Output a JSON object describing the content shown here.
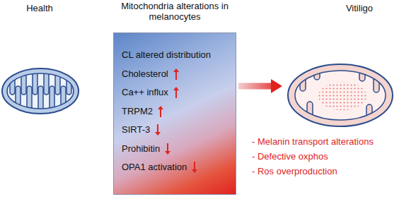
{
  "diagram": {
    "nodes": [
      {
        "text": [
          "Health"
        ]
      },
      {
        "text": [
          "Mitochondria alterations in melanocytes",
          "CL altered distribution",
          "Cholesterol",
          "Ca++ influx",
          "TRPM2",
          "SIRT-3",
          "Prohibitin",
          "OPA1 activation"
        ]
      },
      {
        "text": [
          "Vitiligo"
        ]
      }
    ],
    "edges": [
      {
        "from": 1,
        "to": 2,
        "arrow": "to"
      }
    ],
    "labels": [
      "- Melanin transport alterations",
      "- Defective oxphos",
      "- Ros overproduction"
    ]
  }
}
